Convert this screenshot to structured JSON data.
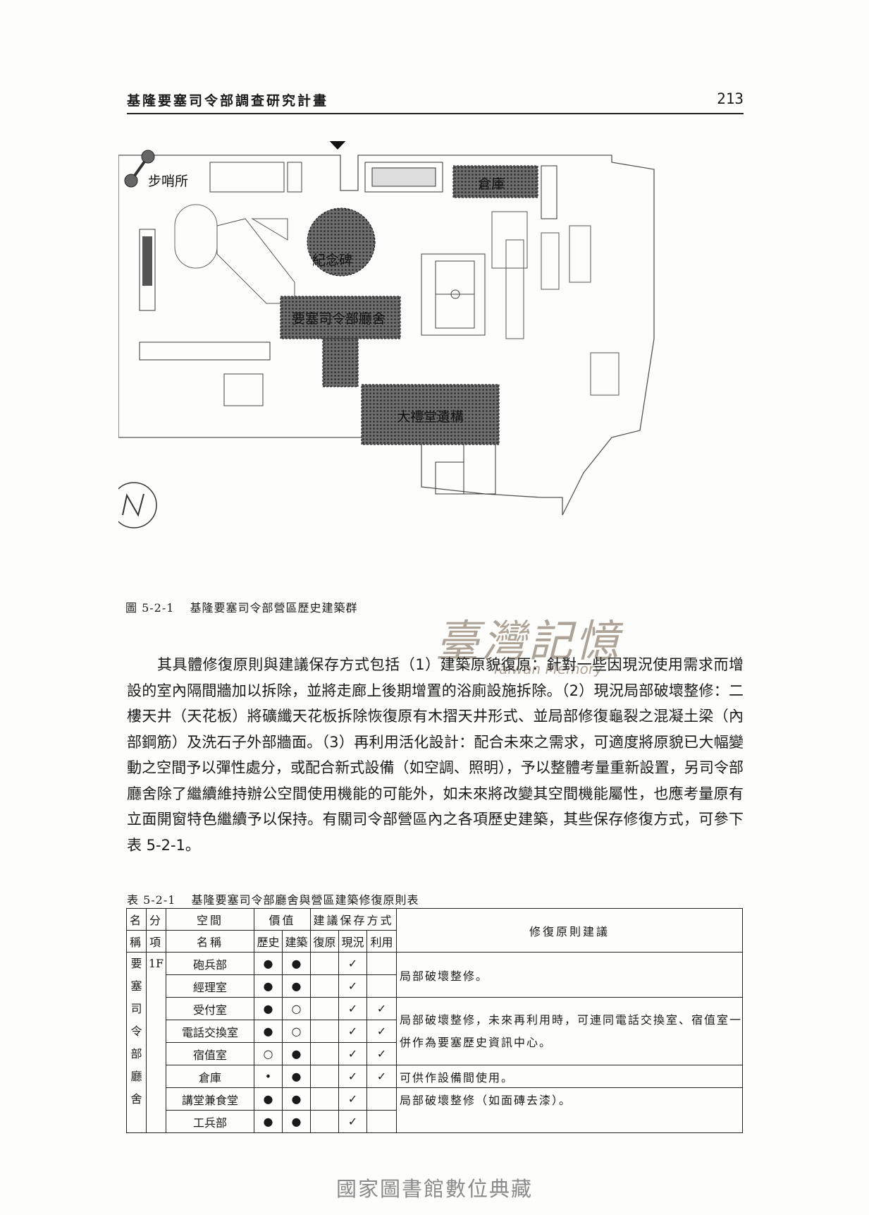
{
  "header": {
    "title": "基隆要塞司令部調查研究計畫",
    "page_number": "213"
  },
  "map": {
    "labels": {
      "guard_post": "步哨所",
      "warehouse": "倉庫",
      "monument": "紀念碑",
      "hq_building": "要塞司令部廳舍",
      "auditorium_ruins": "大禮堂遺構"
    },
    "north_arrow_letter": "N"
  },
  "figure_caption": {
    "number": "圖 5-2-1",
    "text": "基隆要塞司令部營區歷史建築群"
  },
  "watermark": {
    "chinese": "臺灣記憶",
    "english": "Taiwan Memory"
  },
  "body_paragraph": "其具體修復原則與建議保存方式包括（1）建築原貌復原：針對一些因現況使用需求而增設的室內隔間牆加以拆除，並將走廊上後期增置的浴廁設施拆除。（2）現況局部破壞整修：二樓天井（天花板）將礦纖天花板拆除恢復原有木摺天井形式、並局部修復龜裂之混凝土梁（內部鋼筋）及洗石子外部牆面。（3）再利用活化設計：配合未來之需求，可適度將原貌已大幅變動之空間予以彈性處分，或配合新式設備（如空調、照明），予以整體考量重新設置，另司令部廳舍除了繼續維持辦公空間使用機能的可能外，如未來將改變其空間機能屬性，也應考量原有立面開窗特色繼續予以保持。有關司令部營區內之各項歷史建築，其些保存修復方式，可參下表 5-2-1。",
  "table": {
    "caption_number": "表 5-2-1",
    "caption_text": "基隆要塞司令部廳舍與營區建築修復原則表",
    "headers": {
      "name_top": "名",
      "name_bottom": "稱",
      "section_top": "分",
      "section_bottom": "項",
      "space_top": "空間",
      "space_bottom": "名稱",
      "value": "價值",
      "value_history": "歷史",
      "value_building": "建築",
      "method": "建議保存方式",
      "method_restore": "復原",
      "method_current": "現況",
      "method_reuse": "利用",
      "recommendation": "修復原則建議"
    },
    "group_name": "要塞司令部廳舍",
    "group_name_chars": [
      "要",
      "塞",
      "司",
      "令",
      "部",
      "廳",
      "舍"
    ],
    "floor": "1F",
    "rows": [
      {
        "space": "砲兵部",
        "history": "●",
        "building": "●",
        "restore": "",
        "current": "✓",
        "reuse": ""
      },
      {
        "space": "經理室",
        "history": "●",
        "building": "●",
        "restore": "",
        "current": "✓",
        "reuse": ""
      },
      {
        "space": "受付室",
        "history": "●",
        "building": "○",
        "restore": "",
        "current": "✓",
        "reuse": "✓"
      },
      {
        "space": "電話交換室",
        "history": "●",
        "building": "○",
        "restore": "",
        "current": "✓",
        "reuse": "✓"
      },
      {
        "space": "宿值室",
        "history": "○",
        "building": "●",
        "restore": "",
        "current": "✓",
        "reuse": "✓"
      },
      {
        "space": "倉庫",
        "history": "•",
        "building": "●",
        "restore": "",
        "current": "✓",
        "reuse": "✓"
      },
      {
        "space": "講堂兼食堂",
        "history": "●",
        "building": "●",
        "restore": "",
        "current": "✓",
        "reuse": ""
      },
      {
        "space": "工兵部",
        "history": "●",
        "building": "●",
        "restore": "",
        "current": "✓",
        "reuse": ""
      }
    ],
    "recommendations": [
      "局部破壞整修。",
      "局部破壞整修，未來再利用時，可連同電話交換室、宿值室一併作為要塞歷史資訊中心。",
      "可供作設備間使用。",
      "局部破壞整修（如面磚去漆）。"
    ]
  },
  "footer": "國家圖書館數位典藏"
}
